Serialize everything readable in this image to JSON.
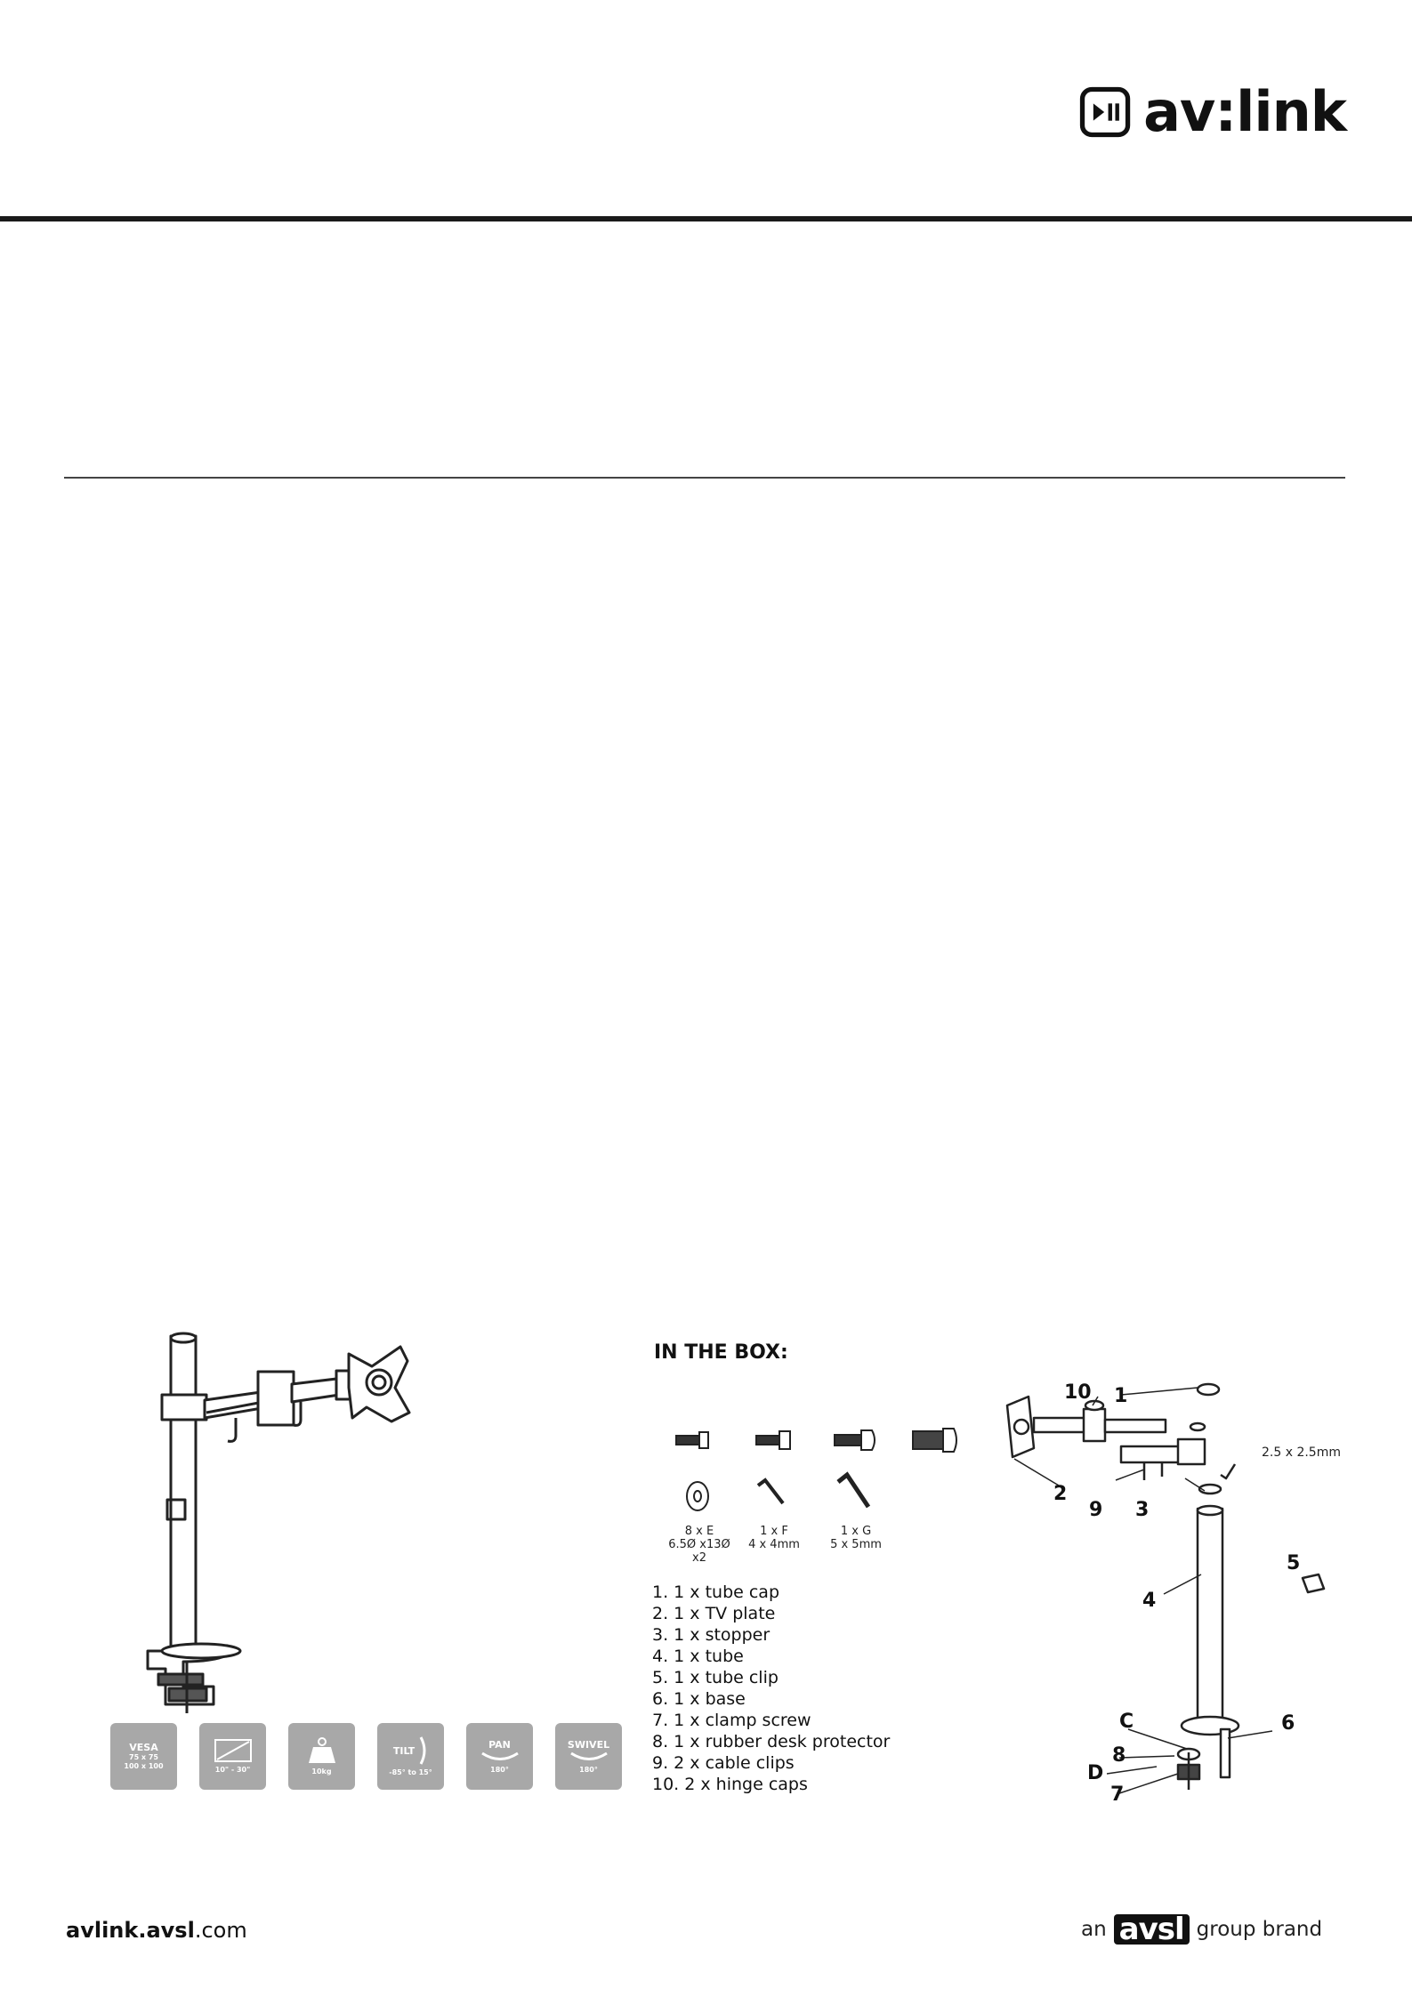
{
  "header": {
    "logo_text": "av:link",
    "logo_icon": "play-pause-icon"
  },
  "specs": [
    {
      "title": "VESA",
      "lines": [
        "75 x 75",
        "100 x 100"
      ],
      "icon": "vesa-icon"
    },
    {
      "title": "",
      "lines": [
        "10\" - 30\""
      ],
      "icon": "screen-size-icon"
    },
    {
      "title": "",
      "lines": [
        "10kg"
      ],
      "icon": "weight-icon"
    },
    {
      "title": "TILT",
      "lines": [
        "-85° to 15°"
      ],
      "icon": "tilt-icon"
    },
    {
      "title": "PAN",
      "lines": [
        "180°"
      ],
      "icon": "pan-icon"
    },
    {
      "title": "SWIVEL",
      "lines": [
        "180°"
      ],
      "icon": "swivel-icon"
    }
  ],
  "in_the_box": {
    "title": "IN THE BOX:",
    "hardware": [
      {
        "qty": "8 x E",
        "size": "6.5Ø x13Ø x2"
      },
      {
        "qty": "1 x F",
        "size": "4 x 4mm"
      },
      {
        "qty": "1 x G",
        "size": "5 x 5mm"
      }
    ],
    "parts": [
      "1. 1 x tube cap",
      "2. 1 x TV plate",
      "3. 1 x stopper",
      "4. 1 x tube",
      "5. 1 x tube clip",
      "6. 1 x base",
      "7. 1 x clamp screw",
      "8. 1 x rubber desk protector",
      "9. 2 x cable clips",
      "10. 2 x hinge caps"
    ]
  },
  "diagram": {
    "callouts": [
      "10",
      "1",
      "2",
      "9",
      "3",
      "4",
      "5",
      "C",
      "6",
      "8",
      "D",
      "7"
    ],
    "hex_key_size": "2.5 x 2.5mm"
  },
  "footer": {
    "url_bold": "avlink.avsl",
    "url_rest": ".com",
    "brand_prefix": "an",
    "brand_name": "avsl",
    "brand_suffix": "group brand"
  }
}
